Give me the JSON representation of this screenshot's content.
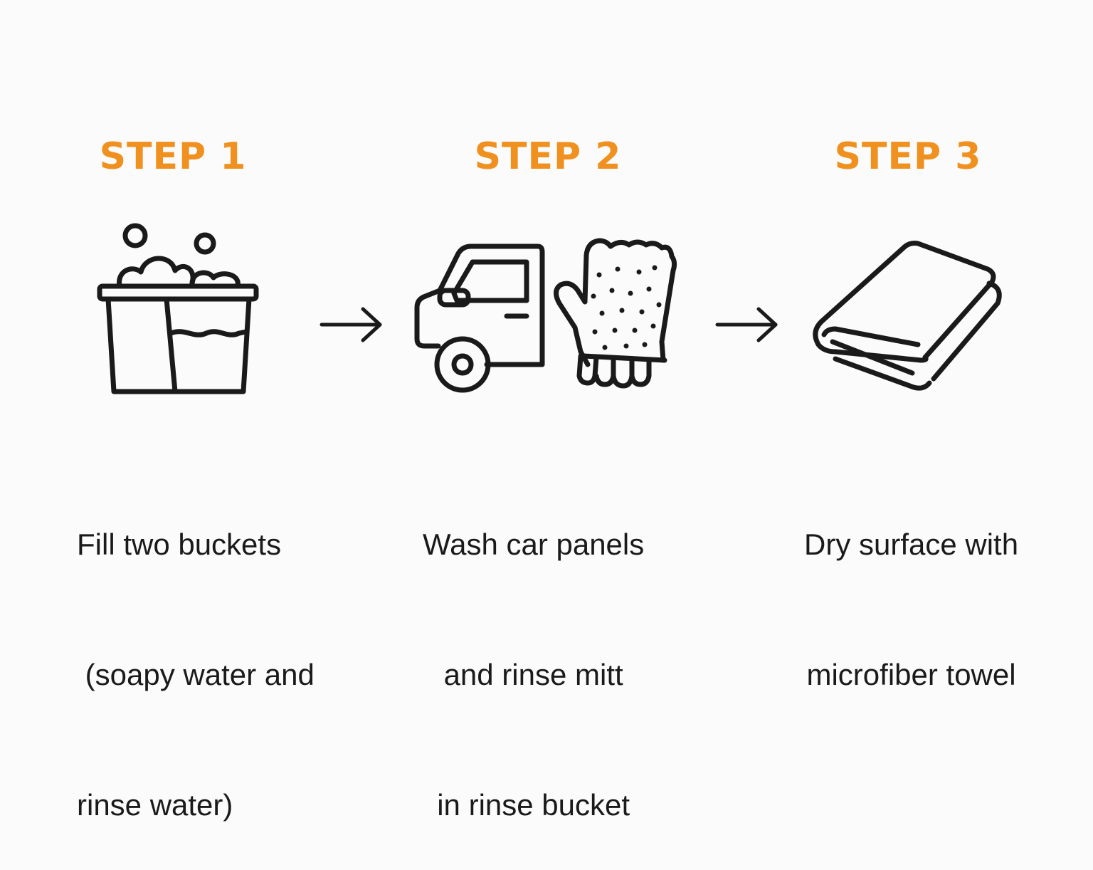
{
  "steps": [
    {
      "title": "STEP 1",
      "icon": "two-buckets-icon",
      "lines": [
        "Fill two buckets",
        " (soapy water and",
        "rinse water)"
      ]
    },
    {
      "title": "STEP 2",
      "icon": "car-and-wash-mitt-icon",
      "lines": [
        "Wash car panels",
        "and rinse mitt",
        "in rinse bucket"
      ]
    },
    {
      "title": "STEP 3",
      "icon": "folded-towel-icon",
      "lines": [
        "Dry surface with",
        "microfiber towel"
      ]
    }
  ],
  "colors": {
    "accent": "#f0901e",
    "text": "#1a1a1a",
    "icon_stroke": "#1a1a1a",
    "background": "#fbfbfb"
  }
}
